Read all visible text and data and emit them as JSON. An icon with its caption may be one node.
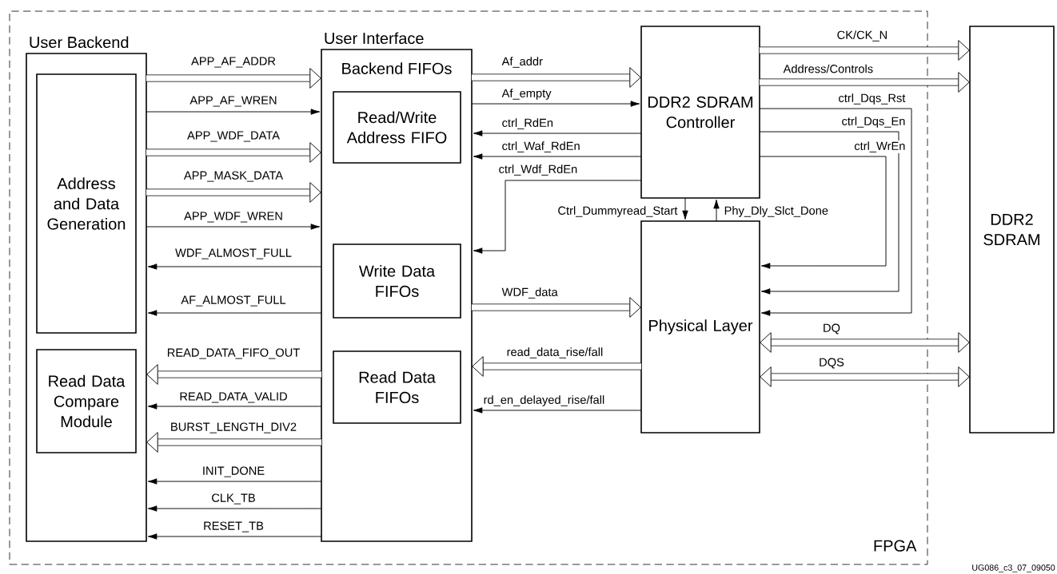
{
  "diagram": {
    "nodes": [
      {
        "text": [
          "FPGA"
        ]
      },
      {
        "text": [
          "User Backend"
        ],
        "in": 0
      },
      {
        "text": [
          "Address and Data Generation"
        ],
        "in": 1
      },
      {
        "text": [
          "Read Data Compare Module"
        ],
        "in": 1
      },
      {
        "text": [
          "User Interface",
          "Backend FIFOs"
        ],
        "in": 0
      },
      {
        "text": [
          "Read/Write Address FIFO"
        ],
        "in": 4
      },
      {
        "text": [
          "Write Data FIFOs"
        ],
        "in": 4
      },
      {
        "text": [
          "Read Data FIFOs"
        ],
        "in": 4
      },
      {
        "text": [
          "DDR2 SDRAM Controller"
        ],
        "in": 0
      },
      {
        "text": [
          "Physical Layer"
        ],
        "in": 0
      },
      {
        "text": [
          "DDR2 SDRAM"
        ]
      }
    ],
    "edges": [
      {
        "from": 1,
        "to": 4,
        "arrow": "to",
        "label": "APP_AF_ADDR",
        "style": "thick"
      },
      {
        "from": 1,
        "to": 4,
        "arrow": "to",
        "label": "APP_AF_WREN"
      },
      {
        "from": 1,
        "to": 4,
        "arrow": "to",
        "label": "APP_WDF_DATA",
        "style": "thick"
      },
      {
        "from": 1,
        "to": 4,
        "arrow": "to",
        "label": "APP_MASK_DATA",
        "style": "thick"
      },
      {
        "from": 1,
        "to": 4,
        "arrow": "to",
        "label": "APP_WDF_WREN"
      },
      {
        "from": 4,
        "to": 1,
        "arrow": "to",
        "label": "WDF_ALMOST_FULL"
      },
      {
        "from": 4,
        "to": 1,
        "arrow": "to",
        "label": "AF_ALMOST_FULL"
      },
      {
        "from": 4,
        "to": 1,
        "arrow": "to",
        "label": "READ_DATA_FIFO_OUT",
        "style": "thick"
      },
      {
        "from": 4,
        "to": 1,
        "arrow": "to",
        "label": "READ_DATA_VALID"
      },
      {
        "from": 4,
        "to": 1,
        "arrow": "to",
        "label": "BURST_LENGTH_DIV2",
        "style": "thick"
      },
      {
        "from": 4,
        "to": 1,
        "arrow": "to",
        "label": "INIT_DONE"
      },
      {
        "from": 4,
        "to": 1,
        "arrow": "to",
        "label": "CLK_TB"
      },
      {
        "from": 4,
        "to": 1,
        "arrow": "to",
        "label": "RESET_TB"
      },
      {
        "from": 4,
        "to": 8,
        "arrow": "to",
        "label": "Af_addr",
        "style": "thick"
      },
      {
        "from": 4,
        "to": 8,
        "arrow": "to",
        "label": "Af_empty"
      },
      {
        "from": 8,
        "to": 4,
        "arrow": "to",
        "label": "ctrl_RdEn"
      },
      {
        "from": 8,
        "to": 4,
        "arrow": "to",
        "label": "ctrl_Waf_RdEn"
      },
      {
        "from": 8,
        "to": 4,
        "arrow": "to",
        "label": "ctrl_Wdf_RdEn"
      },
      {
        "from": 8,
        "to": 9,
        "arrow": "to",
        "label": "Ctrl_Dummyread_Start"
      },
      {
        "from": 9,
        "to": 8,
        "arrow": "to",
        "label": "Phy_Dly_Slct_Done"
      },
      {
        "from": 4,
        "to": 9,
        "arrow": "to",
        "label": "WDF_data",
        "style": "thick"
      },
      {
        "from": 9,
        "to": 4,
        "arrow": "to",
        "label": "read_data_rise/fall",
        "style": "thick"
      },
      {
        "from": 9,
        "to": 4,
        "arrow": "to",
        "label": "rd_en_delayed_rise/fall"
      },
      {
        "from": 8,
        "to": 10,
        "arrow": "to",
        "label": "CK/CK_N",
        "style": "thick"
      },
      {
        "from": 8,
        "to": 10,
        "arrow": "to",
        "label": "Address/Controls",
        "style": "thick"
      },
      {
        "from": 8,
        "to": 9,
        "arrow": "to",
        "label": "ctrl_Dqs_Rst"
      },
      {
        "from": 8,
        "to": 9,
        "arrow": "to",
        "label": "ctrl_Dqs_En"
      },
      {
        "from": 8,
        "to": 9,
        "arrow": "to",
        "label": "ctrl_WrEn"
      },
      {
        "from": 9,
        "to": 10,
        "arrow": "both",
        "label": "DQ",
        "style": "thick"
      },
      {
        "from": 9,
        "to": 10,
        "arrow": "both",
        "label": "DQS",
        "style": "thick"
      }
    ],
    "labels": [
      "UG086_c3_07_09050"
    ]
  }
}
